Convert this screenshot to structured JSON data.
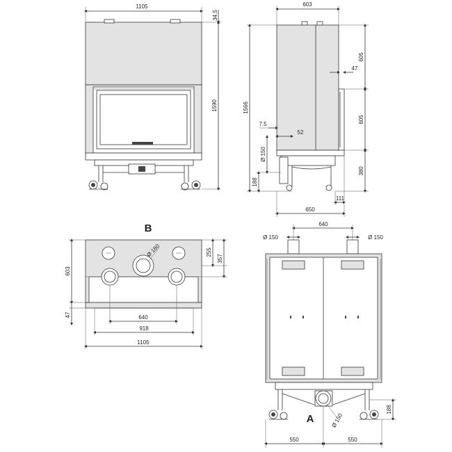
{
  "front_view": {
    "dims": {
      "width": "1105",
      "top_offset": "34.5",
      "height": "1590"
    }
  },
  "side_view": {
    "dims": {
      "depth": "603",
      "upper": "605",
      "step": "47",
      "middle": "605",
      "total_height": "1566",
      "offset_a": "7.5",
      "offset_b": "52",
      "duct": "Ø 150",
      "base_height": "380",
      "foot_height": "188",
      "foot_depth": "111",
      "overall_depth": "650"
    }
  },
  "top_view": {
    "label": "B",
    "dims": {
      "height": "603",
      "step": "47",
      "spigot": "Ø 180",
      "offset_a": "255",
      "offset_b": "357",
      "spacing": "640",
      "inner_width": "918",
      "width": "1105"
    }
  },
  "rear_view": {
    "label": "A",
    "dims": {
      "spigot_left": "Ø 150",
      "spigot_spacing": "640",
      "spigot_right": "Ø 150",
      "foot_height": "188",
      "duct": "Ø 150",
      "half_left": "550",
      "half_right": "550"
    }
  }
}
